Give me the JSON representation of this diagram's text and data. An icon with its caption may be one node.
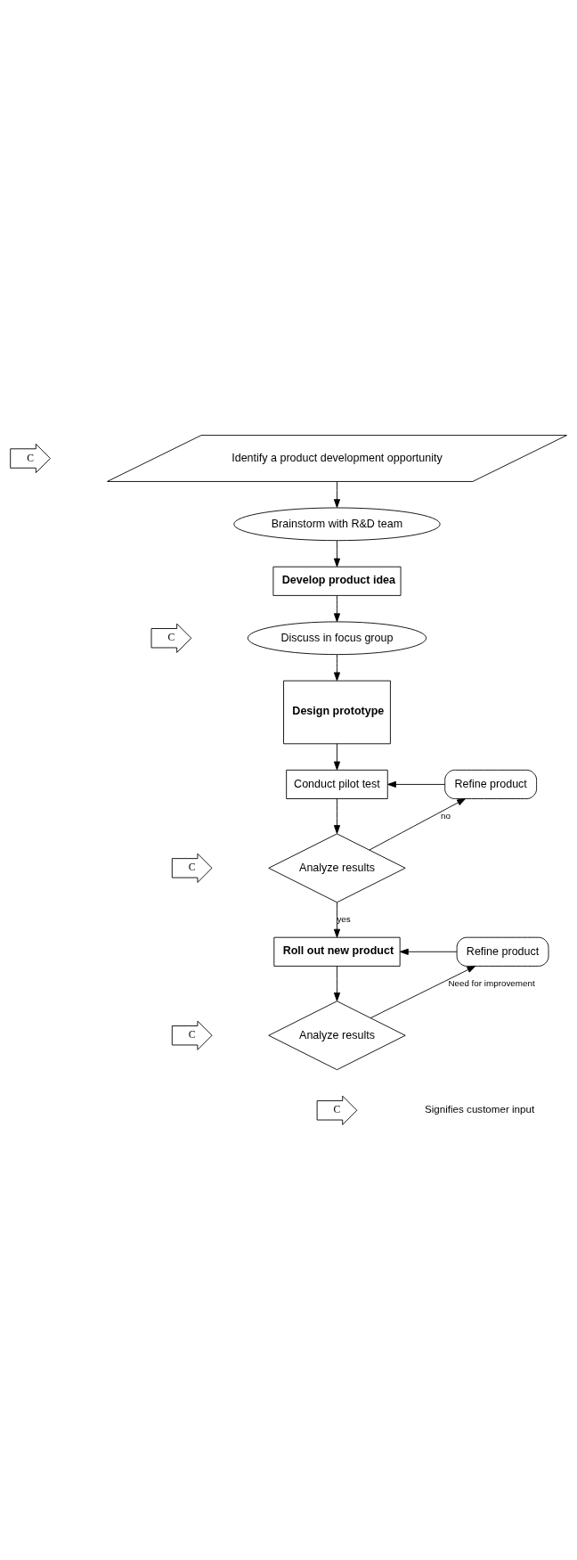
{
  "diagram": {
    "nodes": [
      {
        "text": [
          "Identify a product development opportunity"
        ]
      },
      {
        "text": [
          "Brainstorm with R&D team"
        ]
      },
      {
        "text": [
          "Develop product idea"
        ]
      },
      {
        "text": [
          "Discuss in focus group"
        ]
      },
      {
        "text": [
          "Design prototype"
        ]
      },
      {
        "text": [
          "Conduct pilot test"
        ]
      },
      {
        "text": [
          "Refine product"
        ]
      },
      {
        "text": [
          "Analyze results"
        ]
      },
      {
        "text": [
          "Roll out new product"
        ]
      },
      {
        "text": [
          "Refine product"
        ]
      },
      {
        "text": [
          "Analyze results"
        ]
      },
      {
        "text": [
          "C"
        ]
      },
      {
        "text": [
          "C"
        ]
      },
      {
        "text": [
          "C"
        ]
      },
      {
        "text": [
          "C"
        ]
      },
      {
        "text": [
          "C"
        ]
      }
    ],
    "edges": [
      {
        "from": 0,
        "to": 1,
        "arrow": "to"
      },
      {
        "from": 1,
        "to": 2,
        "arrow": "to"
      },
      {
        "from": 2,
        "to": 3,
        "arrow": "to"
      },
      {
        "from": 3,
        "to": 4,
        "arrow": "to"
      },
      {
        "from": 4,
        "to": 5,
        "arrow": "to"
      },
      {
        "from": 5,
        "to": 7,
        "arrow": "to"
      },
      {
        "from": 7,
        "to": 6,
        "label": "no",
        "arrow": "to"
      },
      {
        "from": 6,
        "to": 5,
        "arrow": "to"
      },
      {
        "from": 7,
        "to": 8,
        "label": "yes",
        "arrow": "to"
      },
      {
        "from": 8,
        "to": 10,
        "arrow": "to"
      },
      {
        "from": 10,
        "to": 9,
        "label": "Need for improvement",
        "arrow": "to"
      },
      {
        "from": 9,
        "to": 8,
        "arrow": "to"
      }
    ],
    "legend": [
      {
        "text": "Signifies customer input"
      }
    ]
  }
}
